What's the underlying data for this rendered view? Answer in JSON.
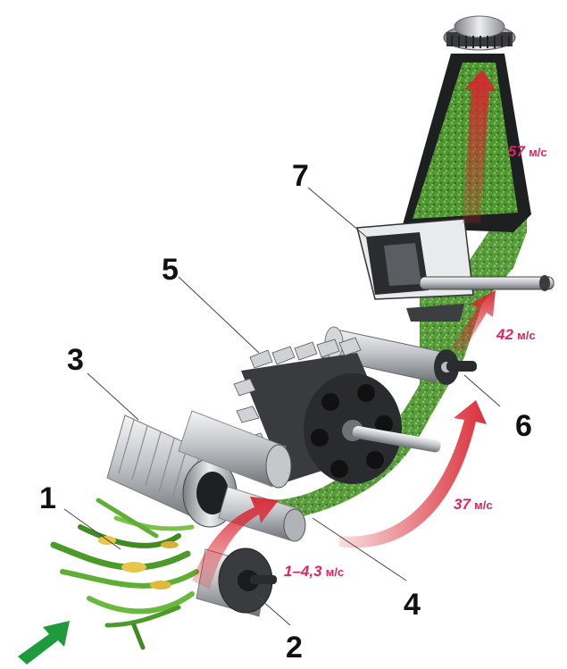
{
  "labels": {
    "n1": "1",
    "n2": "2",
    "n3": "3",
    "n4": "4",
    "n5": "5",
    "n6": "6",
    "n7": "7"
  },
  "speeds": {
    "s1": {
      "value": "1–4,3",
      "unit": "м/с"
    },
    "s2": {
      "value": "37",
      "unit": "м/с"
    },
    "s3": {
      "value": "42",
      "unit": "м/с"
    },
    "s4": {
      "value": "57",
      "unit": "м/с"
    }
  },
  "colors": {
    "arrow_red": "#d8242f",
    "speed_text": "#e0245e",
    "crop_green": "#3f8a2a",
    "metal": "#b9bcc0",
    "dark_metal": "#2f3033",
    "input_arrow": "#1f9a3c"
  }
}
